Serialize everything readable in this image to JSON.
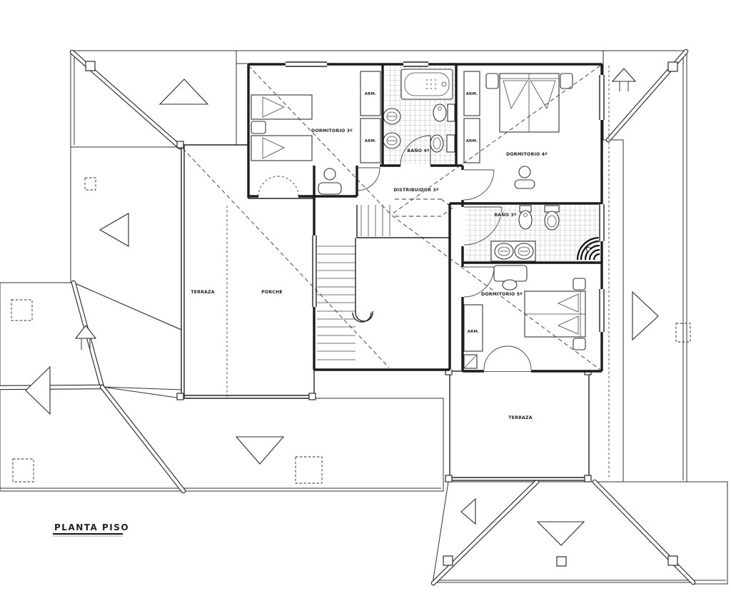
{
  "document": {
    "title": "PLANTA PISO",
    "type_note": "architectural upper-floor plan, scanned line drawing"
  },
  "labels": {
    "dormitorio3": "DORMITORIO 3º",
    "bano4": "BAÑO 4º",
    "dormitorio4": "DORMITORIO 4º",
    "distribuidor3": "DISTRIBUIDOR 3º",
    "bano3": "BAÑO 3º",
    "dormitorio5": "DORMITORIO 5º",
    "terraza": "TERRAZA",
    "porche": "PORCHE",
    "terraza_inferior": "TERRAZA",
    "armario": "ARM."
  },
  "colors": {
    "paper": "#ffffff",
    "ink": "#2b2b2b",
    "hatch": "#4a4a4a"
  }
}
